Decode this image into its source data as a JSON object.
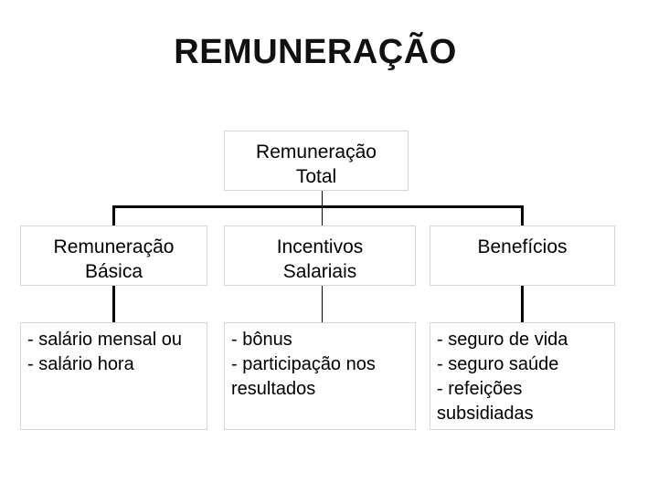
{
  "title": {
    "text": "REMUNERAÇÃO",
    "color": "#111111"
  },
  "org_chart": {
    "root": {
      "label": "Remuneração\nTotal"
    },
    "branches": [
      {
        "label": "Remuneração\nBásica",
        "details": "- salário mensal ou\n- salário hora"
      },
      {
        "label": "Incentivos\nSalariais",
        "details": "- bônus\n- participação nos resultados"
      },
      {
        "label": "Benefícios",
        "details": "- seguro de vida\n- seguro saúde\n- refeições subsidiadas"
      }
    ],
    "style": {
      "box_border_color": "#d9d7cd",
      "box_background": "#ffffff",
      "connector_color": "#000000",
      "text_color": "#000000",
      "page_background": "#ffffff"
    }
  }
}
